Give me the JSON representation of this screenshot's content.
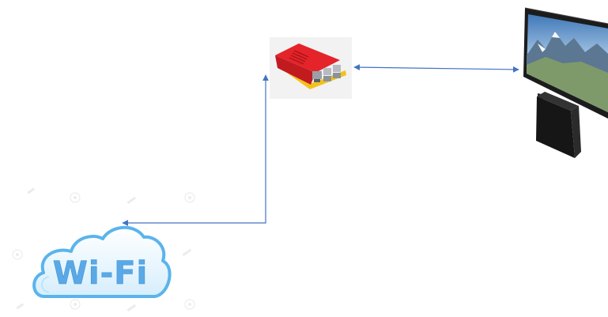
{
  "wifi": {
    "label": "Wi-Fi"
  },
  "nodes": [
    {
      "id": "wifi-cloud",
      "icon": "wifi-cloud-icon"
    },
    {
      "id": "raspberry-pi",
      "icon": "raspberry-pi-red-case-icon"
    },
    {
      "id": "tv",
      "icon": "television-with-box-icon"
    }
  ],
  "connections": [
    {
      "from": "wifi-cloud",
      "to": "raspberry-pi",
      "style": "elbow-arrow-both-ends"
    },
    {
      "from": "raspberry-pi",
      "to": "tv",
      "style": "double-arrow"
    }
  ],
  "colors": {
    "connector": "#4472c4",
    "wifi_cloud_fill": "#e9f6ff",
    "wifi_cloud_stroke": "#5ab4ec",
    "wifi_text": "#5aa9e6",
    "pi_case": "#e4242a",
    "pi_base": "#f2c21b",
    "tv_frame": "#1c1c1c"
  }
}
